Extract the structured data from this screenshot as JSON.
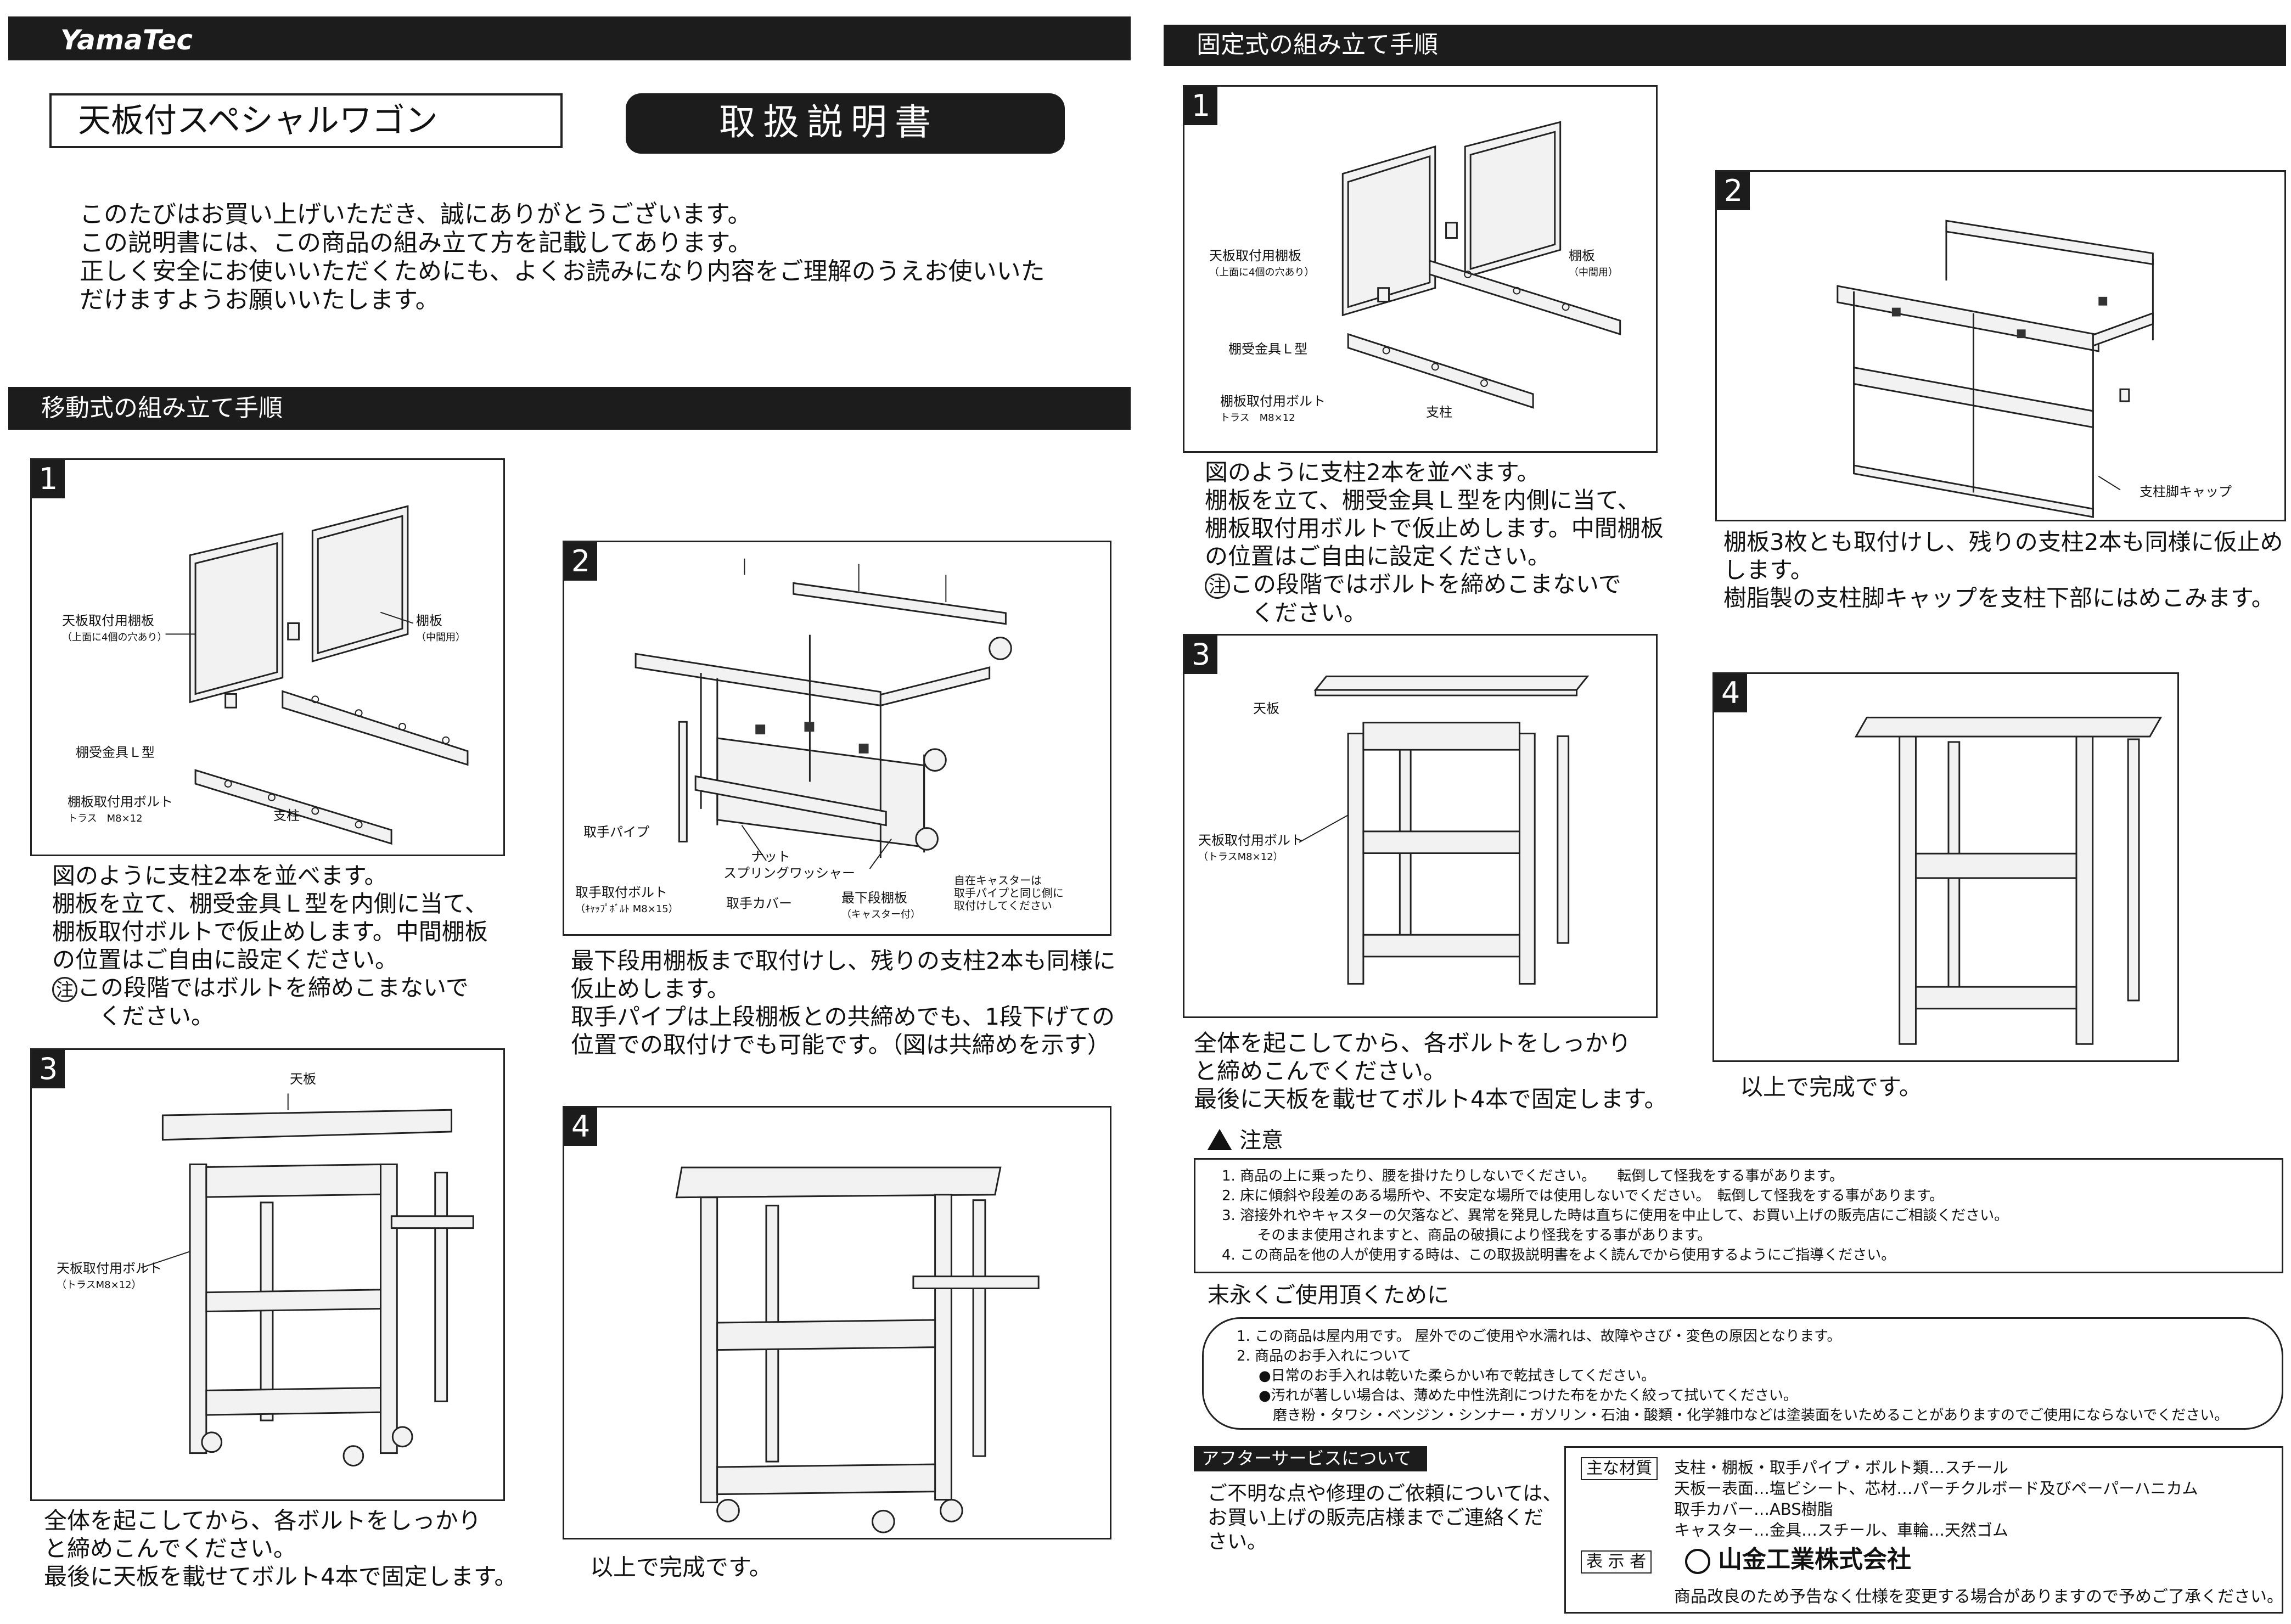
{
  "brand": "YamaTec",
  "product_name": "天板付スペシャルワゴン",
  "manual_title": "取扱説明書",
  "intro": [
    "このたびはお買い上げいただき、誠にありがとうございます。",
    "この説明書には、この商品の組み立て方を記載してあります。",
    "正しく安全にお使いいただくためにも、よくお読みになり内容をご理解のうえお使いいた",
    "だけますようお願いいたします。"
  ],
  "mobile": {
    "heading": "移動式の組み立て手順",
    "step1": {
      "num": "1",
      "labels": {
        "tenban_shelf": "天板取付用棚板",
        "tenban_shelf_note": "（上面に4個の穴あり）",
        "shelf": "棚板",
        "shelf_note": "（中間用）",
        "bracket": "棚受金具Ｌ型",
        "bolt": "棚板取付用ボルト",
        "bolt_note": "トラス　M8×12",
        "post": "支柱"
      },
      "text": [
        "図のように支柱2本を並べます。",
        "棚板を立て、棚受金具Ｌ型を内側に当て、",
        "棚板取付ボルトで仮止めします。中間棚板",
        "の位置はご自由に設定ください。"
      ],
      "caution_mark": "注",
      "caution": [
        "この段階ではボルトを締めこまないで",
        "ください。"
      ]
    },
    "step2": {
      "num": "2",
      "labels": {
        "handle_pipe": "取手パイプ",
        "nut": "ナット",
        "spring_washer": "スプリングワッシャー",
        "handle_bolt": "取手取付ボルト",
        "handle_bolt_note": "（ｷｬｯﾌﾟﾎﾞﾙﾄ M8×15）",
        "handle_cover": "取手カバー",
        "bottom_shelf": "最下段棚板",
        "bottom_shelf_note": "（キャスター付）",
        "caster_note": [
          "自在キャスターは",
          "取手パイプと同じ側に",
          "取付けしてください"
        ]
      },
      "text": [
        "最下段用棚板まで取付けし、残りの支柱2本も同様に",
        "仮止めします。",
        "取手パイプは上段棚板との共締めでも、1段下げての",
        "位置での取付けでも可能です。（図は共締めを示す）"
      ]
    },
    "step3": {
      "num": "3",
      "labels": {
        "top": "天板",
        "bolt": "天板取付用ボルト",
        "bolt_note": "（トラスM8×12）"
      },
      "text": [
        "全体を起こしてから、各ボルトをしっかり",
        "と締めこんでください。",
        "最後に天板を載せてボルト4本で固定します。"
      ]
    },
    "step4": {
      "num": "4",
      "text": "以上で完成です。"
    }
  },
  "fixed": {
    "heading": "固定式の組み立て手順",
    "step1": {
      "num": "1",
      "labels": {
        "tenban_shelf": "天板取付用棚板",
        "tenban_shelf_note": "（上面に4個の穴あり）",
        "shelf": "棚板",
        "shelf_note": "（中間用）",
        "bracket": "棚受金具Ｌ型",
        "bolt": "棚板取付用ボルト",
        "bolt_note": "トラス　M8×12",
        "post": "支柱"
      },
      "text": [
        "図のように支柱2本を並べます。",
        "棚板を立て、棚受金具Ｌ型を内側に当て、",
        "棚板取付用ボルトで仮止めします。中間棚板",
        "の位置はご自由に設定ください。"
      ],
      "caution_mark": "注",
      "caution": [
        "この段階ではボルトを締めこまないで",
        "ください。"
      ]
    },
    "step2": {
      "num": "2",
      "labels": {
        "cap": "支柱脚キャップ"
      },
      "text": [
        "棚板3枚とも取付けし、残りの支柱2本も同様に仮止め",
        "します。",
        "樹脂製の支柱脚キャップを支柱下部にはめこみます。"
      ]
    },
    "step3": {
      "num": "3",
      "labels": {
        "top": "天板",
        "bolt": "天板取付用ボルト",
        "bolt_note": "（トラスM8×12）"
      },
      "text": [
        "全体を起こしてから、各ボルトをしっかり",
        "と締めこんでください。",
        "最後に天板を載せてボルト4本で固定します。"
      ]
    },
    "step4": {
      "num": "4",
      "text": "以上で完成です。"
    }
  },
  "caution_section": {
    "title": "注意",
    "items": [
      "1. 商品の上に乗ったり、腰を掛けたりしないでください。　　転倒して怪我をする事があります。",
      "2. 床に傾斜や段差のある場所や、不安定な場所では使用しないでください。　転倒して怪我をする事があります。",
      "3. 溶接外れやキャスターの欠落など、異常を発見した時は直ちに使用を中止して、お買い上げの販売店にご相談ください。",
      "　 そのまま使用されますと、商品の破損により怪我をする事があります。",
      "4. この商品を他の人が使用する時は、この取扱説明書をよく読んでから使用するようにご指導ください。"
    ]
  },
  "care_section": {
    "title": "末永くご使用頂くために",
    "items": [
      "1. この商品は屋内用です。 屋外でのご使用や水濡れは、故障やさび・変色の原因となります。",
      "2. 商品のお手入れについて",
      "●日常のお手入れは乾いた柔らかい布で乾拭きしてください。",
      "●汚れが著しい場合は、薄めた中性洗剤につけた布をかたく絞って拭いてください。",
      "　磨き粉・タワシ・ベンジン・シンナー・ガソリン・石油・酸類・化学雑巾などは塗装面をいためることがありますのでご使用にならないでください。"
    ]
  },
  "after_service": {
    "title": "アフターサービスについて",
    "lines": [
      "ご不明な点や修理のご依頼については、",
      "お買い上げの販売店様までご連絡くだ",
      "さい。"
    ]
  },
  "materials": {
    "label": "主な材質",
    "lines": [
      "支柱・棚板・取手パイプ・ボルト類…スチール",
      "天板ー表面…塩ビシート、芯材…パーチクルボード及びペーパーハニカム",
      "取手カバー…ABS樹脂",
      "キャスター…金具…スチール、車輪…天然ゴム"
    ]
  },
  "maker": {
    "label": "表 示 者",
    "company": "山金工業株式会社"
  },
  "footnote": "商品改良のため予告なく仕様を変更する場合がありますので予めご了承ください。"
}
